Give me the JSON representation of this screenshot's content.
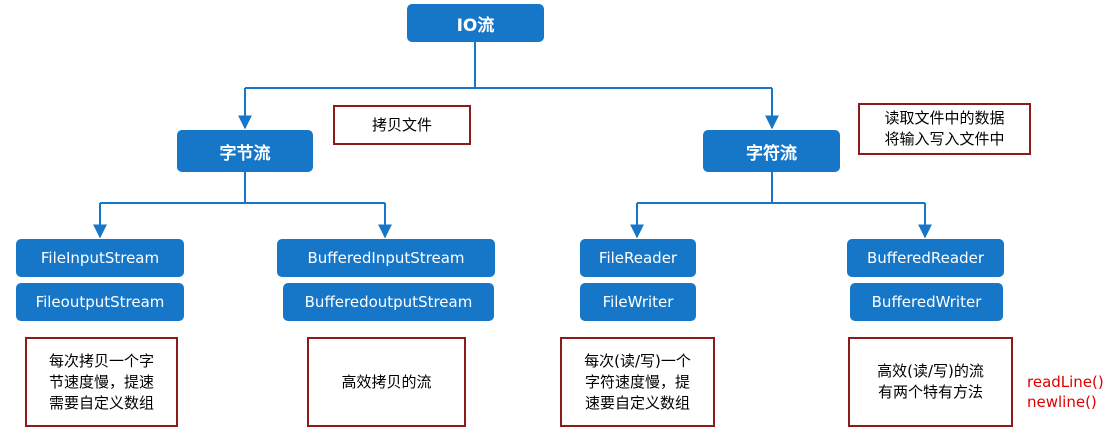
{
  "colors": {
    "node_fill": "#1677c8",
    "connector": "#1677c8",
    "note_border": "#8b1a1a",
    "method_text": "#e00000"
  },
  "root": {
    "label": "IO流"
  },
  "byte_stream": {
    "label": "字节流",
    "note": "拷贝文件",
    "basic": {
      "input": "FileInputStream",
      "output": "FileoutputStream",
      "note": [
        "每次拷贝一个字",
        "节速度慢，提速",
        "需要自定义数组"
      ]
    },
    "buffered": {
      "input": "BufferedInputStream",
      "output": "BufferedoutputStream",
      "note": [
        "高效拷贝的流"
      ]
    }
  },
  "char_stream": {
    "label": "字符流",
    "note": [
      "读取文件中的数据",
      "将输入写入文件中"
    ],
    "basic": {
      "reader": "FileReader",
      "writer": "FileWriter",
      "note": [
        "每次(读/写)一个",
        "字符速度慢，提",
        "速要自定义数组"
      ]
    },
    "buffered": {
      "reader": "BufferedReader",
      "writer": "BufferedWriter",
      "note": [
        "高效(读/写)的流",
        "有两个特有方法"
      ],
      "methods": [
        "readLine()",
        "newline()"
      ]
    }
  }
}
